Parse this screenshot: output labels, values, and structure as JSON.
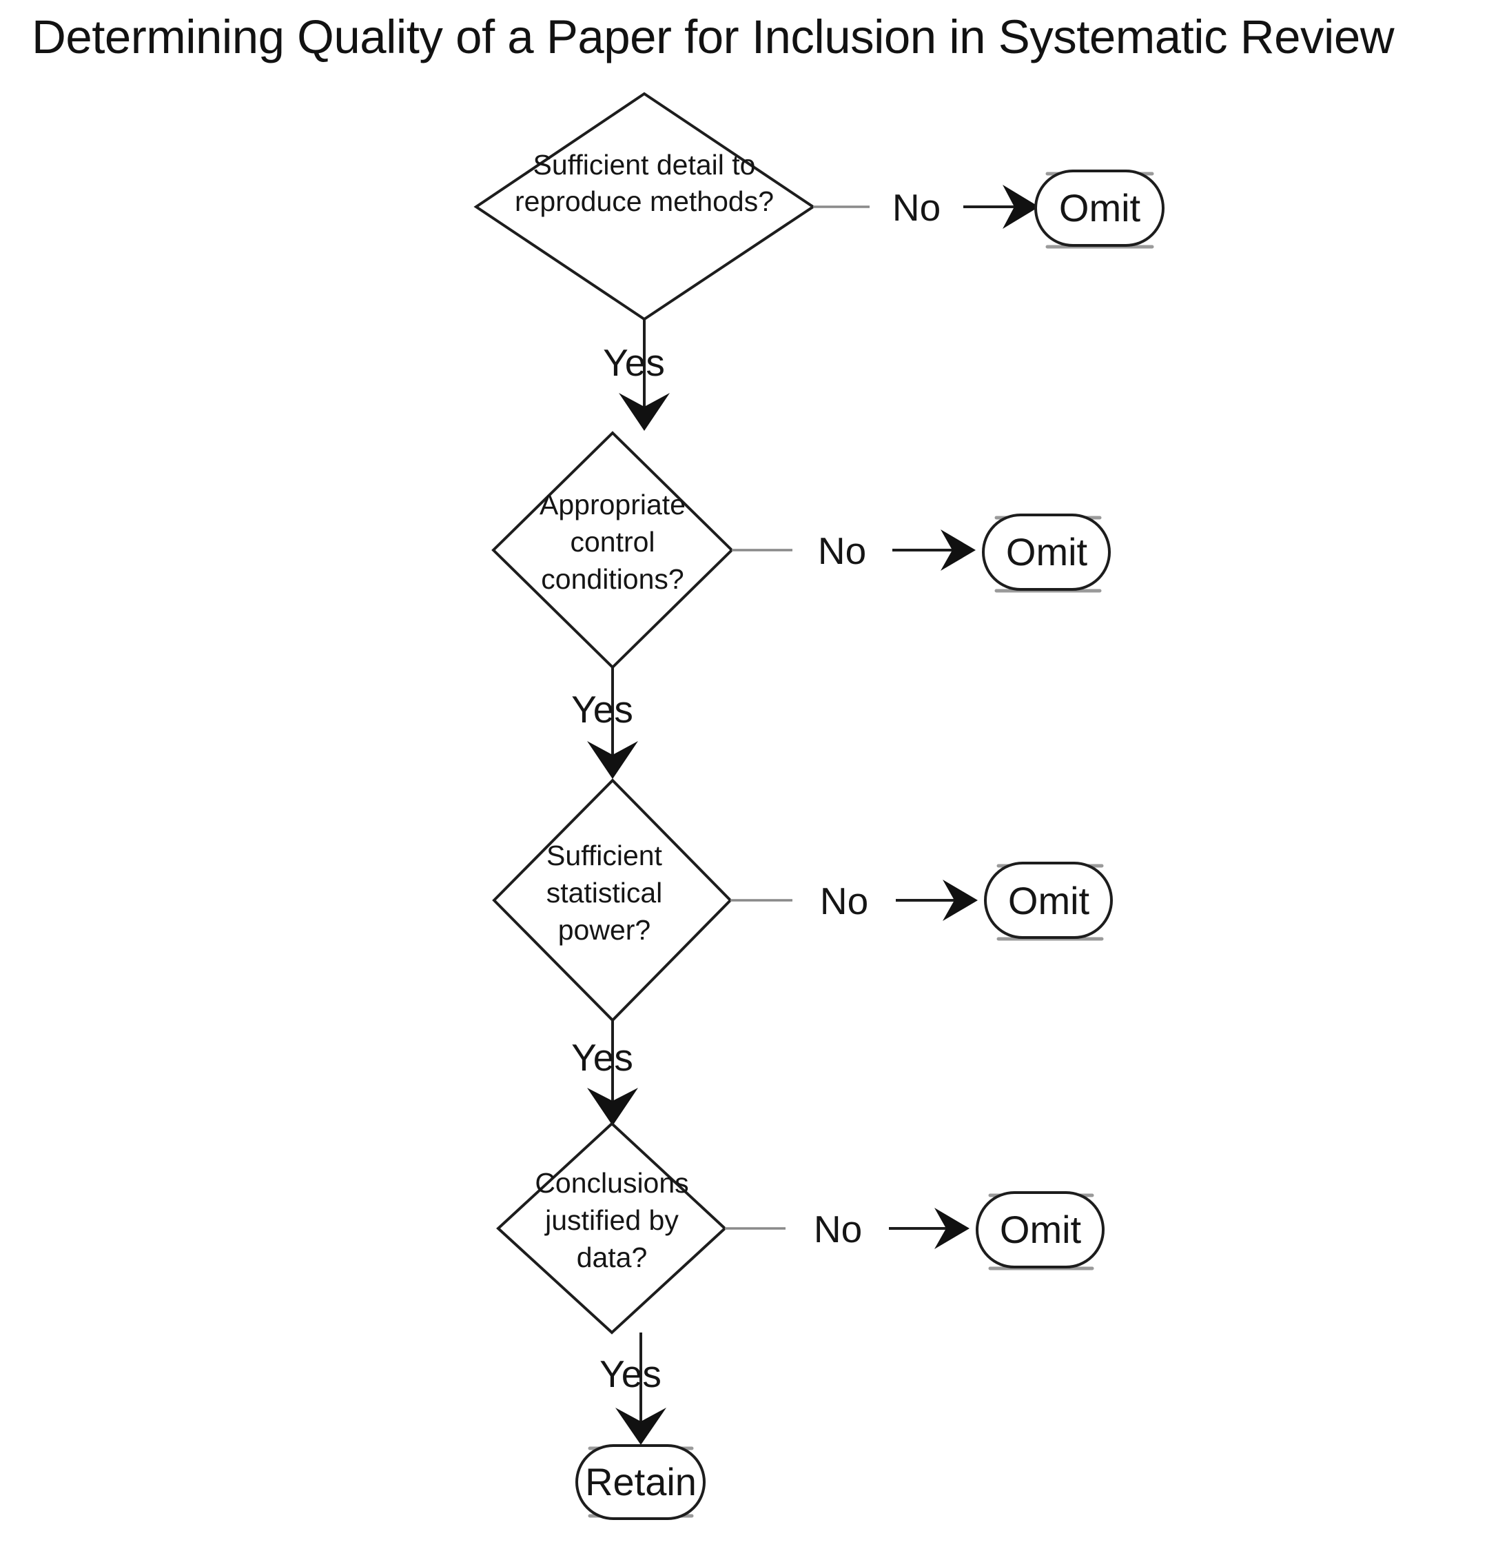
{
  "title": "Determining Quality of a Paper for Inclusion in Systematic Review",
  "colors": {
    "background": "#ffffff",
    "stroke": "#1d1d1d",
    "thin_connector": "#8a8a8a",
    "text": "#151515"
  },
  "flow": {
    "decisions": [
      {
        "id": "decision-1",
        "lines": [
          "Sufficient detail to",
          "reproduce methods?"
        ],
        "no_label": "No",
        "no_target": "Omit",
        "yes_label": "Yes"
      },
      {
        "id": "decision-2",
        "lines": [
          "Appropriate",
          "control",
          "conditions?"
        ],
        "no_label": "No",
        "no_target": "Omit",
        "yes_label": "Yes"
      },
      {
        "id": "decision-3",
        "lines": [
          "Sufficient",
          "statistical",
          "power?"
        ],
        "no_label": "No",
        "no_target": "Omit",
        "yes_label": "Yes"
      },
      {
        "id": "decision-4",
        "lines": [
          "Conclusions",
          "justified by",
          "data?"
        ],
        "no_label": "No",
        "no_target": "Omit",
        "yes_label": "Yes"
      }
    ],
    "terminals": [
      {
        "id": "omit-1",
        "label": "Omit"
      },
      {
        "id": "omit-2",
        "label": "Omit"
      },
      {
        "id": "omit-3",
        "label": "Omit"
      },
      {
        "id": "omit-4",
        "label": "Omit"
      },
      {
        "id": "retain",
        "label": "Retain"
      }
    ]
  }
}
